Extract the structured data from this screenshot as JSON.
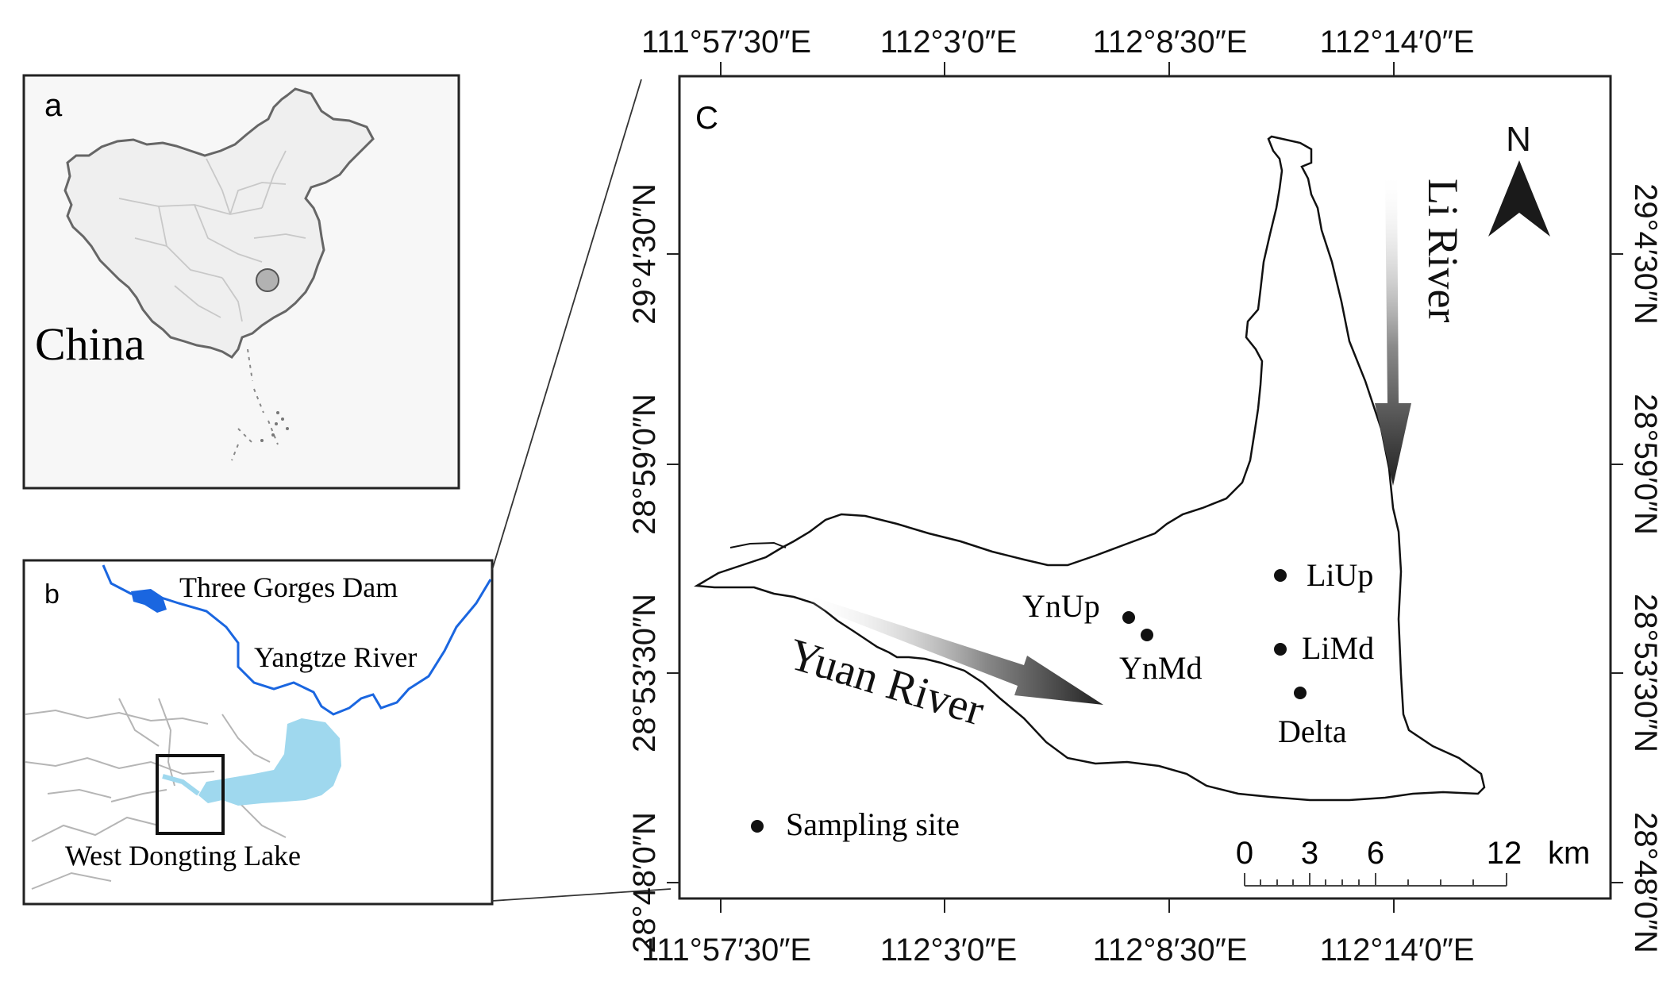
{
  "panel_a": {
    "label": "a",
    "country": "China"
  },
  "panel_b": {
    "label": "b",
    "dam": "Three Gorges Dam",
    "river": "Yangtze River",
    "lake": "West Dongting Lake"
  },
  "panel_c": {
    "label": "C",
    "north": "N",
    "top_ticks": [
      "111°57′30″E",
      "112°3′0″E",
      "112°8′30″E",
      "112°14′0″E"
    ],
    "bottom_ticks": [
      "111°57′30″E",
      "112°3′0″E",
      "112°8′30″E",
      "112°14′0″E"
    ],
    "left_ticks": [
      "29°4′30″N",
      "28°59′0″N",
      "28°53′30″N",
      "28°48′0″N"
    ],
    "right_ticks": [
      "29°4′30″N",
      "28°59′0″N",
      "28°53′30″N",
      "28°48′0″N"
    ],
    "li_river": "Li River",
    "yuan_river": "Yuan River",
    "sites": [
      "LiUp",
      "LiMd",
      "Delta",
      "YnUp",
      "YnMd"
    ],
    "legend": "Sampling site",
    "scale": {
      "labels": [
        "0",
        "3",
        "6",
        "12"
      ],
      "unit": "km"
    }
  },
  "colors": {
    "water": "#9fd8ee",
    "river": "#1a66e0",
    "outline": "#111111",
    "arrow": "#222222"
  }
}
